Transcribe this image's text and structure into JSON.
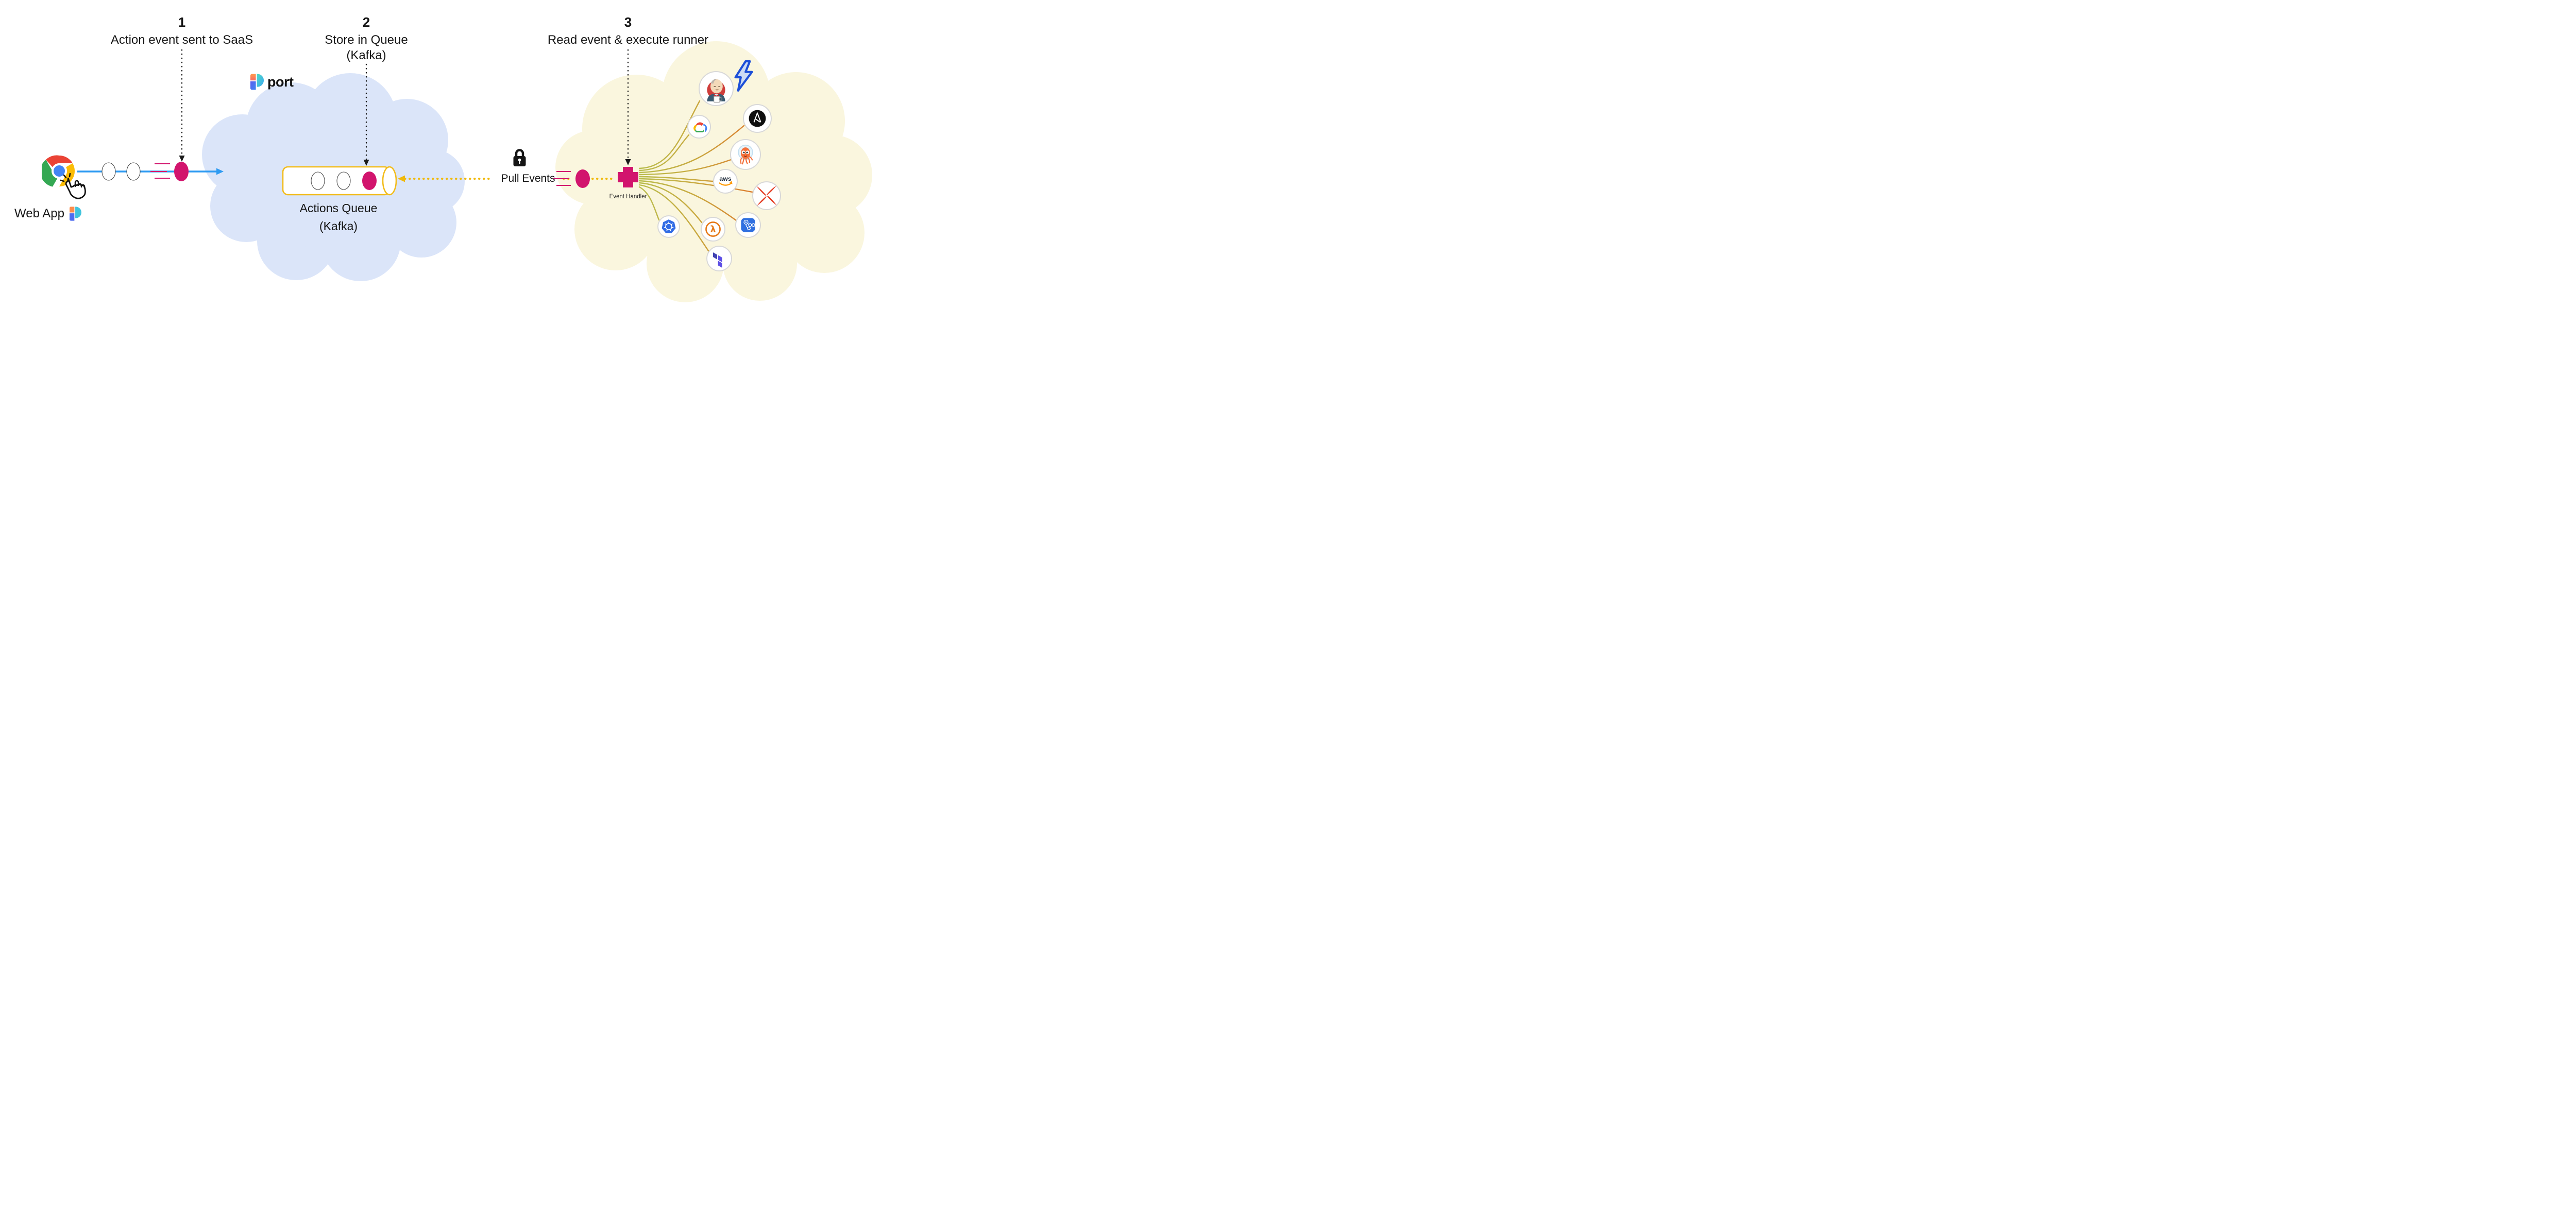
{
  "steps": [
    {
      "number": "1",
      "label": "Action event sent to SaaS"
    },
    {
      "number": "2",
      "label": "Store in Queue",
      "sublabel": "(Kafka)"
    },
    {
      "number": "3",
      "label": "Read event & execute runner"
    }
  ],
  "source": {
    "label": "Web App"
  },
  "port": {
    "logo_text": "port"
  },
  "queue": {
    "name": "Actions Queue",
    "tech": "(Kafka)"
  },
  "pull": {
    "label": "Pull Events"
  },
  "event_handler": {
    "label": "Event Handler"
  },
  "icons": {
    "source_browser": "chrome-icon",
    "click_cursor": "hand-pointer-icon",
    "security": "lock-icon",
    "decoration": "lightning-bolt-icon",
    "runners": [
      "jenkins",
      "google-cloud",
      "ansible",
      "octopus-deploy",
      "aws",
      "airflow",
      "workflow",
      "aws-lambda",
      "kubernetes",
      "terraform"
    ]
  },
  "colors": {
    "accent_pink": "#d2146d",
    "line_blue": "#2e9bf2",
    "gold": "#f0b90b",
    "cloud_blue": "#dbe5f9",
    "cloud_yellow": "#faf6de",
    "fan_olive": "#b9bd4e",
    "fan_orange": "#e0742c",
    "text": "#161616"
  }
}
